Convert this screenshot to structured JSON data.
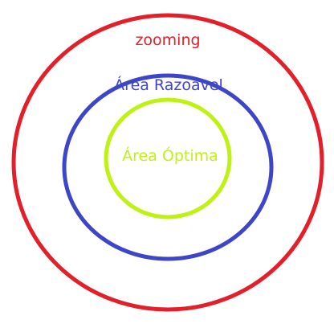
{
  "diagram": {
    "zones": [
      {
        "id": "outer",
        "label": "zooming",
        "color": "#E3202A"
      },
      {
        "id": "middle",
        "label": "Área Razoavel",
        "color": "#3D45C8"
      },
      {
        "id": "inner",
        "label": "Área Óptima",
        "color": "#BEF213"
      }
    ]
  }
}
